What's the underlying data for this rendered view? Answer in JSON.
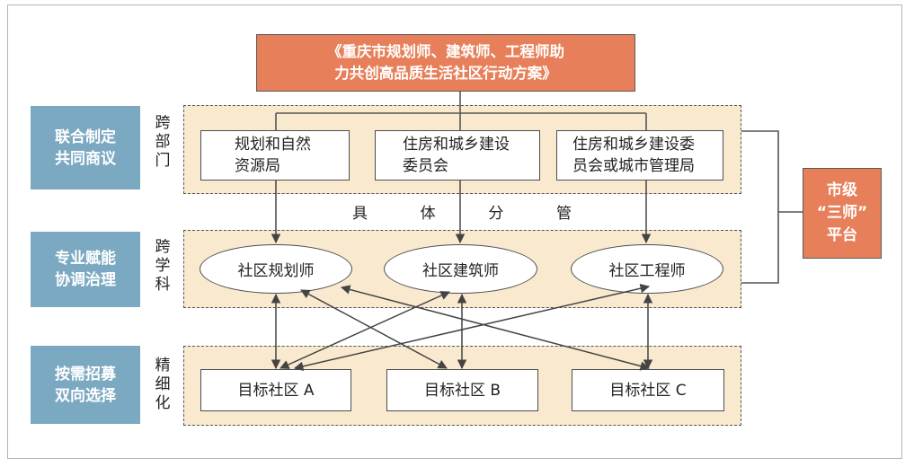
{
  "title": "《重庆市规划师、建筑师、工程师助\n力共创高品质生活社区行动方案》",
  "platform": "市级\n“三师”\n平台",
  "rows": [
    {
      "side_label": "联合制定\n共同商议",
      "vertical_label": "跨\n部\n门"
    },
    {
      "side_label": "专业赋能\n协调治理",
      "vertical_label": "跨\n学\n科"
    },
    {
      "side_label": "按需招募\n双向选择",
      "vertical_label": "精\n细\n化"
    }
  ],
  "departments": [
    "规划和自然\n资源局",
    "住房和城乡建设\n委员会",
    "住房和城乡建设委\n员会或城市管理局"
  ],
  "management": [
    "具",
    "体",
    "分",
    "管"
  ],
  "professionals": [
    "社区规划师",
    "社区建筑师",
    "社区工程师"
  ],
  "communities": [
    "目标社区 A",
    "目标社区 B",
    "目标社区 C"
  ],
  "colors": {
    "accent": "#e7805a",
    "side_label": "#7ca9c2",
    "band": "#f9e9cf",
    "line": "#555555"
  }
}
